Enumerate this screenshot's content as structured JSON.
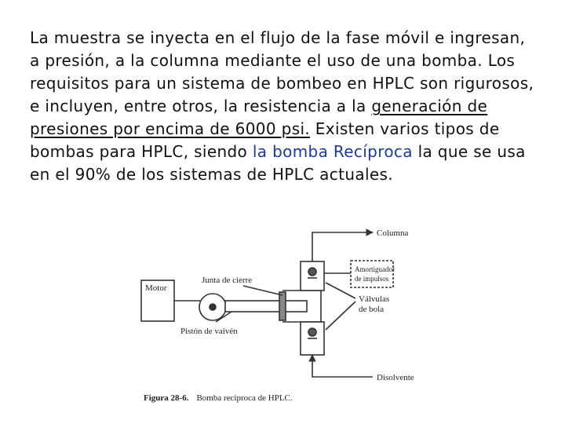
{
  "paragraph": {
    "part1": "La muestra se inyecta en el flujo de la fase móvil e ingresan, a presión, a la columna mediante el uso de una bomba. Los requisitos para un sistema de bombeo en HPLC son rigurosos, e incluyen, entre otros, la resistencia a la ",
    "underlined": "generación de presiones por encima de 6000 psi.",
    "part2": " Existen varios tipos de bombas para HPLC, siendo ",
    "highlighted": "la bomba Recíproca",
    "part3": " la que se usa en el 90% de los sistemas de HPLC actuales."
  },
  "figure": {
    "labels": {
      "columna": "Columna",
      "amortiguador_line1": "Amortiguador",
      "amortiguador_line2": "de impulsos",
      "motor": "Motor",
      "junta": "Junta de cierre",
      "valvulas_line1": "Válvulas",
      "valvulas_line2": "de bola",
      "piston": "Pistón de vaivén",
      "disolvente": "Disolvente"
    },
    "caption_number": "Figura 28-6.",
    "caption_text": "Bomba recíproca de HPLC."
  },
  "colors": {
    "text": "#111111",
    "highlight": "#1d3a9e",
    "diagram_line": "#333333"
  }
}
